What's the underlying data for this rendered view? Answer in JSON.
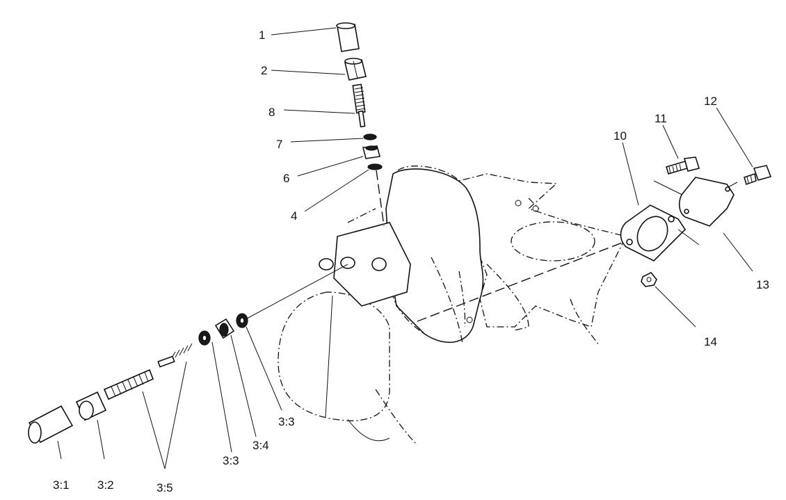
{
  "callouts": {
    "c1": "1",
    "c2": "2",
    "c8": "8",
    "c7": "7",
    "c6": "6",
    "c4": "4",
    "c10": "10",
    "c11": "11",
    "c12": "12",
    "c13": "13",
    "c14": "14",
    "c3_1": "3:1",
    "c3_2": "3:2",
    "c3_5": "3:5",
    "c3_3_low": "3:3",
    "c3_4": "3:4",
    "c3_3_high": "3:3"
  }
}
